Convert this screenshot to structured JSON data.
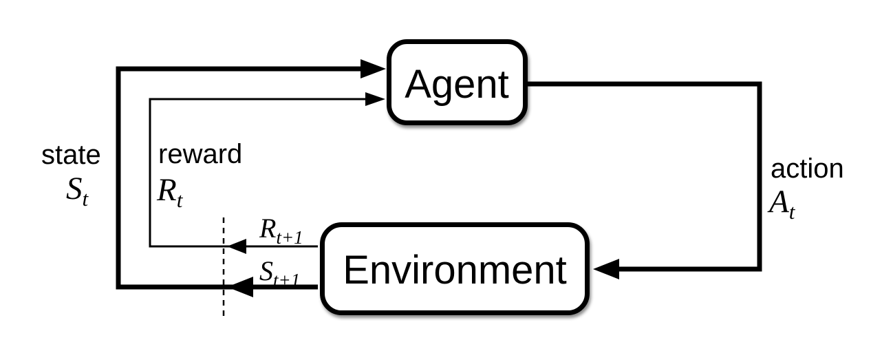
{
  "nodes": {
    "agent": {
      "label": "Agent"
    },
    "environment": {
      "label": "Environment"
    }
  },
  "labels": {
    "state": {
      "word": "state",
      "symbol": "S",
      "subscript": "t"
    },
    "reward": {
      "word": "reward",
      "symbol": "R",
      "subscript": "t"
    },
    "action": {
      "word": "action",
      "symbol": "A",
      "subscript": "t"
    },
    "next_reward": {
      "symbol": "R",
      "subscript": "t+1"
    },
    "next_state": {
      "symbol": "S",
      "subscript": "t+1"
    }
  },
  "edges": [
    {
      "from": "agent",
      "to": "environment",
      "label": "action A_t"
    },
    {
      "from": "environment",
      "to": "agent",
      "label": "reward R_t+1 -> R_t"
    },
    {
      "from": "environment",
      "to": "agent",
      "label": "state S_t+1 -> S_t"
    }
  ],
  "colors": {
    "ink": "#000000",
    "background": "#ffffff",
    "node_fill": "#ffffff"
  }
}
